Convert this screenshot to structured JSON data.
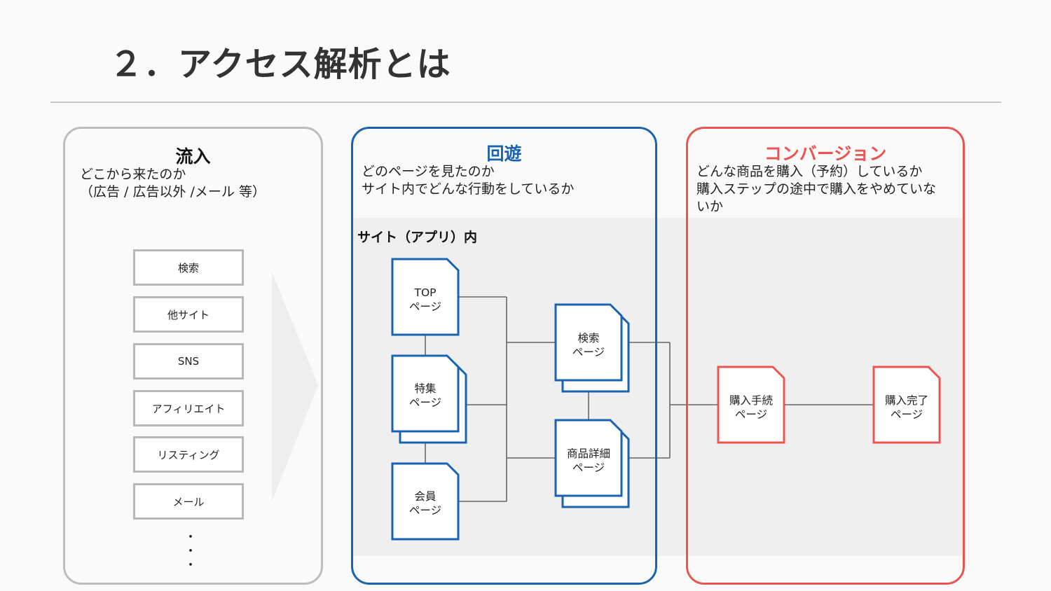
{
  "slide_title": "２．アクセス解析とは",
  "panels": {
    "inflow": {
      "title": "流入",
      "desc": [
        "どこから来たのか",
        "（広告 / 広告以外 /メール 等）"
      ],
      "sources": [
        "検索",
        "他サイト",
        "SNS",
        "アフィリエイト",
        "リスティング",
        "メール"
      ],
      "ellipsis": [
        "・",
        "・",
        "・"
      ],
      "color": "#bdbdbd"
    },
    "navigation": {
      "title": "回遊",
      "desc": [
        "どのページを見たのか",
        "サイト内でどんな行動をしているか"
      ],
      "color": "#1a63b0"
    },
    "conversion": {
      "title": "コンバージョン",
      "desc": [
        "どんな商品を購入（予約）しているか",
        "購入ステップの途中で購入をやめていな",
        "いか"
      ],
      "color": "#ea5552"
    }
  },
  "site_area_label": "サイト（アプリ）内",
  "pages": {
    "top": [
      "TOP",
      "ページ"
    ],
    "feature": [
      "特集",
      "ページ"
    ],
    "member": [
      "会員",
      "ページ"
    ],
    "search": [
      "検索",
      "ページ"
    ],
    "product": [
      "商品詳細",
      "ページ"
    ],
    "checkout": [
      "購入手続",
      "ページ"
    ],
    "complete": [
      "購入完了",
      "ページ"
    ]
  }
}
